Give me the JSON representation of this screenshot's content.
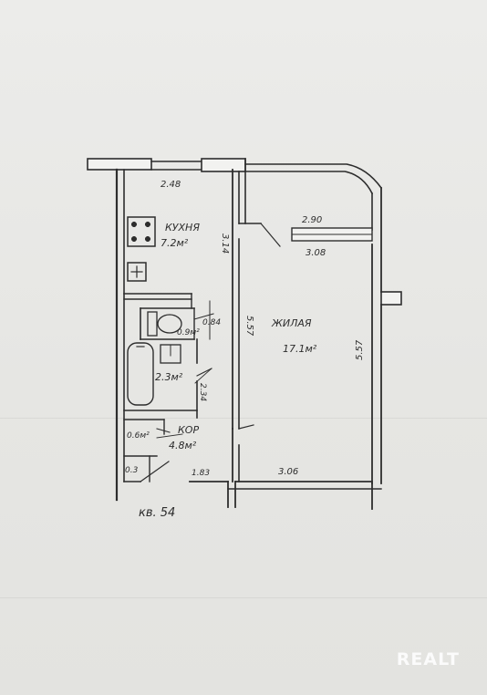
{
  "plan": {
    "apartment": "кв. 54",
    "rooms": {
      "kitchen": {
        "name": "КУХНЯ",
        "area": "7.2м²"
      },
      "living": {
        "name": "ЖИЛАЯ",
        "area": "17.1м²"
      },
      "bathroom": {
        "area": "2.3м²"
      },
      "wc": {
        "area": "0.9м²"
      },
      "corridor": {
        "name": "КОР",
        "area": "4.8м²"
      },
      "closet": {
        "area": "0.6м²"
      }
    },
    "dimensions": {
      "kitchen_top": "2.48",
      "kitchen_side": "3.14",
      "living_top": "2.90",
      "living_window": "3.08",
      "living_left": "5.57",
      "living_right": "5.57",
      "wc_side": "0.84",
      "bath_side": "2.34",
      "corridor_bottom": "1.83",
      "living_bottom": "3.06",
      "closet_bottom": "0.3"
    }
  },
  "watermark": "REALT",
  "colors": {
    "ink": "#2d2d2d",
    "paper": "#e9e9e7"
  }
}
